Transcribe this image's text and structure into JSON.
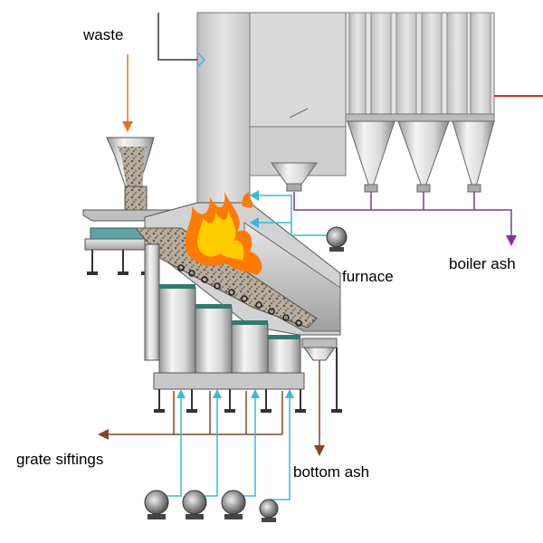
{
  "labels": {
    "waste": "waste",
    "furnace": "furnace",
    "boiler_ash": "boiler ash",
    "grate_siftings": "grate siftings",
    "bottom_ash": "bottom ash"
  },
  "colors": {
    "air_line": "#33bbdd",
    "boiler_ash_line": "#883399",
    "ash_line": "#884422",
    "waste_arrow": "#dd7722",
    "flame_outer": "#ff7a00",
    "flame_inner": "#ffcc00"
  }
}
